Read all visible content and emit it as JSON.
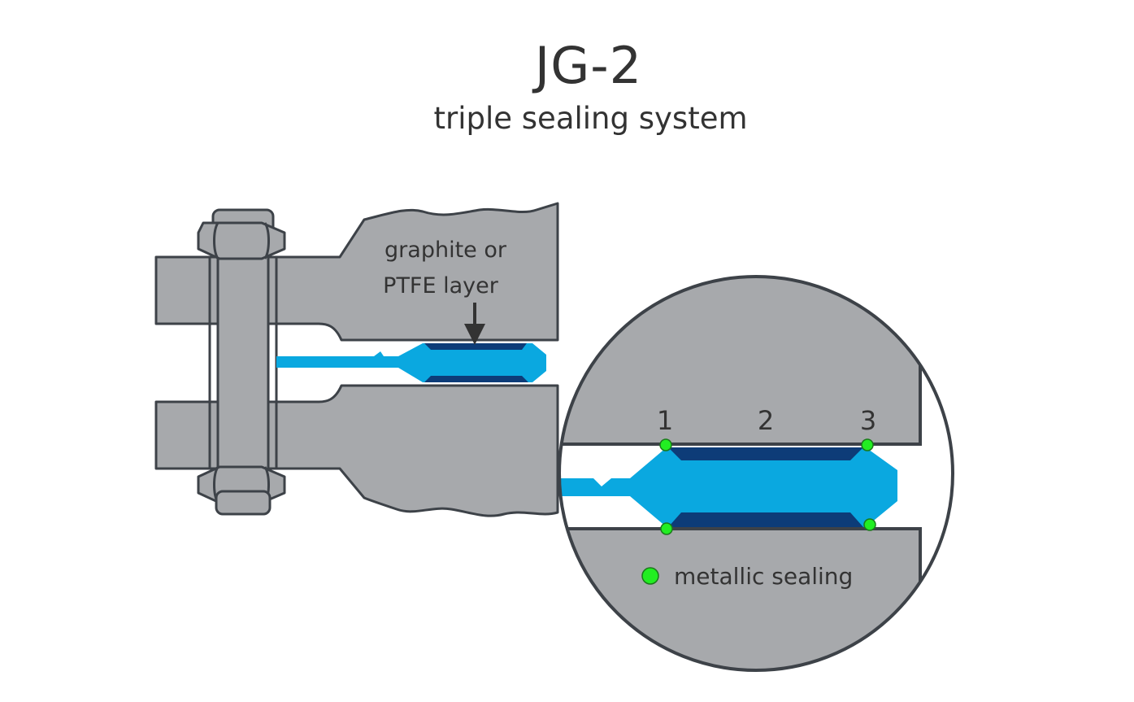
{
  "title": "JG-2",
  "subtitle": "triple sealing system",
  "callout": {
    "line1": "graphite or",
    "line2": "PTFE layer"
  },
  "detail": {
    "points": [
      "1",
      "2",
      "3"
    ],
    "legend": "metallic sealing"
  },
  "colors": {
    "metal": "#a7a9ac",
    "outline": "#3d4248",
    "gasket": "#0aa8e0",
    "layer": "#0d3c78",
    "seal_point": "#22ee22"
  }
}
